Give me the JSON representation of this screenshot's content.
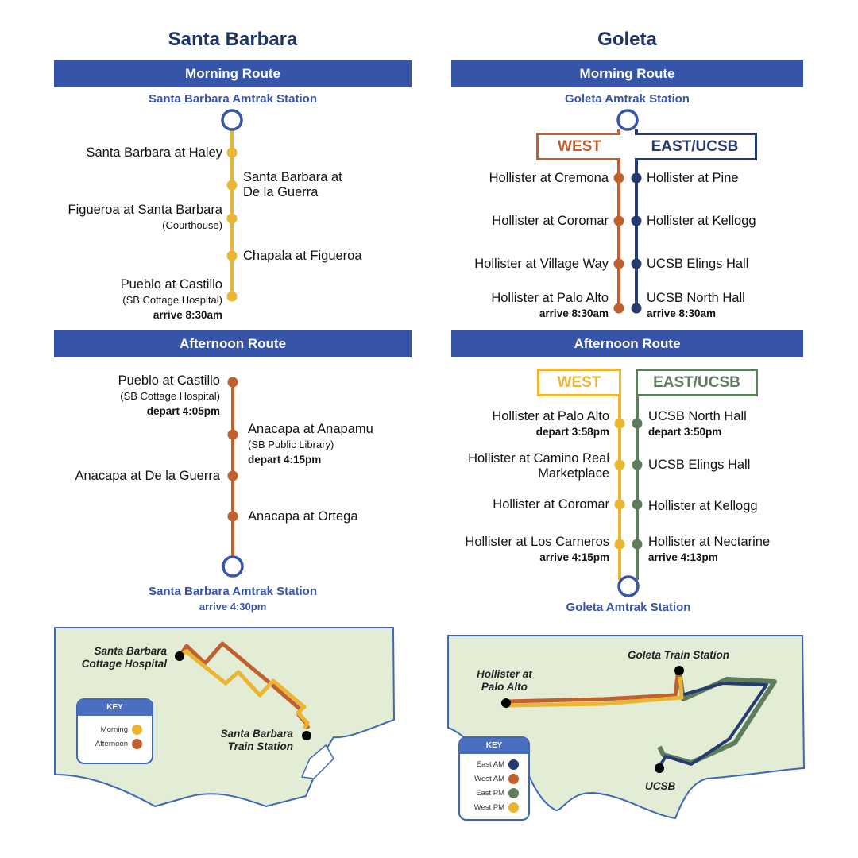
{
  "colors": {
    "navy": "#1f3468",
    "blue": "#3755a8",
    "yellow": "#ebb534",
    "orange": "#c0602f",
    "darkblue": "#243a70",
    "green": "#5e7d5c",
    "land": "#e3edd6"
  },
  "santa_barbara": {
    "title": "Santa Barbara",
    "morning": {
      "header": "Morning Route",
      "start_station": "Santa Barbara Amtrak Station",
      "stops": [
        {
          "name": "Santa Barbara at Haley"
        },
        {
          "name": "Santa Barbara at",
          "name2": "De la Guerra"
        },
        {
          "name": "Figueroa at Santa Barbara",
          "note": "(Courthouse)"
        },
        {
          "name": "Chapala at Figueroa"
        },
        {
          "name": "Pueblo at Castillo",
          "note": "(SB Cottage Hospital)",
          "time": "arrive 8:30am"
        }
      ]
    },
    "afternoon": {
      "header": "Afternoon Route",
      "stops": [
        {
          "name": "Pueblo at Castillo",
          "note": "(SB Cottage Hospital)",
          "time": "depart 4:05pm"
        },
        {
          "name": "Anacapa at Anapamu",
          "note": "(SB Public Library)",
          "time": "depart 4:15pm"
        },
        {
          "name": "Anacapa at De la Guerra"
        },
        {
          "name": "Anacapa at Ortega"
        }
      ],
      "end_station": "Santa Barbara Amtrak Station",
      "end_time": "arrive 4:30pm"
    },
    "map": {
      "label_hospital": [
        "Santa Barbara",
        "Cottage Hospital"
      ],
      "label_station": [
        "Santa Barbara",
        "Train Station"
      ],
      "key_title": "KEY",
      "key_items": [
        {
          "label": "Morning",
          "color": "#ebb534"
        },
        {
          "label": "Afternoon",
          "color": "#c0602f"
        }
      ]
    }
  },
  "goleta": {
    "title": "Goleta",
    "morning": {
      "header": "Morning Route",
      "start_station": "Goleta Amtrak Station",
      "west_label": "WEST",
      "east_label": "EAST/UCSB",
      "west_stops": [
        {
          "name": "Hollister at Cremona"
        },
        {
          "name": "Hollister at Coromar"
        },
        {
          "name": "Hollister at Village Way"
        },
        {
          "name": "Hollister at Palo Alto",
          "time": "arrive 8:30am"
        }
      ],
      "east_stops": [
        {
          "name": "Hollister at Pine"
        },
        {
          "name": "Hollister at Kellogg"
        },
        {
          "name": "UCSB Elings Hall"
        },
        {
          "name": "UCSB North Hall",
          "time": "arrive 8:30am"
        }
      ]
    },
    "afternoon": {
      "header": "Afternoon Route",
      "west_label": "WEST",
      "east_label": "EAST/UCSB",
      "west_stops": [
        {
          "name": "Hollister at Palo Alto",
          "time": "depart 3:58pm"
        },
        {
          "name": "Hollister at Camino Real",
          "name2": "Marketplace"
        },
        {
          "name": "Hollister at Coromar"
        },
        {
          "name": "Hollister at Los Carneros",
          "time": "arrive 4:15pm"
        }
      ],
      "east_stops": [
        {
          "name": "UCSB North Hall",
          "time": "depart 3:50pm"
        },
        {
          "name": "UCSB Elings Hall"
        },
        {
          "name": "Hollister at Kellogg"
        },
        {
          "name": "Hollister at Nectarine",
          "time": "arrive 4:13pm"
        }
      ],
      "end_station": "Goleta Amtrak Station"
    },
    "map": {
      "label_palo_alto": [
        "Hollister at",
        "Palo Alto"
      ],
      "label_station": "Goleta Train Station",
      "label_ucsb": "UCSB",
      "key_title": "KEY",
      "key_items": [
        {
          "label": "East AM",
          "color": "#243a70"
        },
        {
          "label": "West AM",
          "color": "#c0602f"
        },
        {
          "label": "East PM",
          "color": "#5e7d5c"
        },
        {
          "label": "West PM",
          "color": "#ebb534"
        }
      ]
    }
  }
}
